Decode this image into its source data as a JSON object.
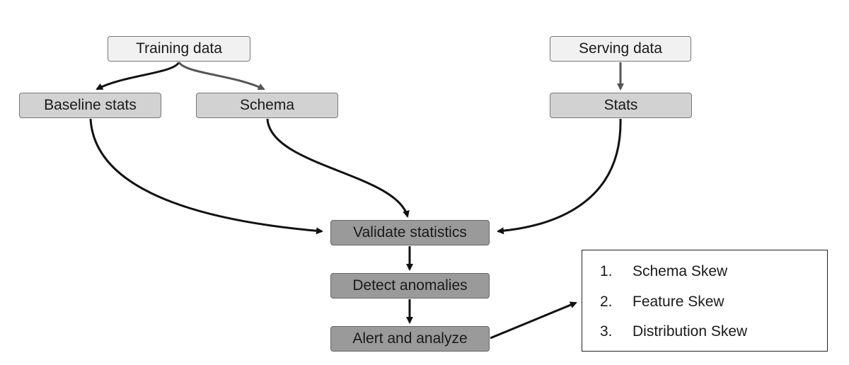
{
  "nodes": {
    "training_data": "Training data",
    "serving_data": "Serving data",
    "baseline_stats": "Baseline stats",
    "schema": "Schema",
    "stats": "Stats",
    "validate_statistics": "Validate statistics",
    "detect_anomalies": "Detect anomalies",
    "alert_and_analyze": "Alert and analyze"
  },
  "skew_list": [
    {
      "number": "1.",
      "label": "Schema Skew"
    },
    {
      "number": "2.",
      "label": "Feature Skew"
    },
    {
      "number": "3.",
      "label": "Distribution Skew"
    }
  ],
  "colors": {
    "edge_black": "#111111",
    "edge_gray": "#555555",
    "node_light": "#f1f1f1",
    "node_mid": "#d2d2d2",
    "node_dark": "#9a9a9a"
  }
}
